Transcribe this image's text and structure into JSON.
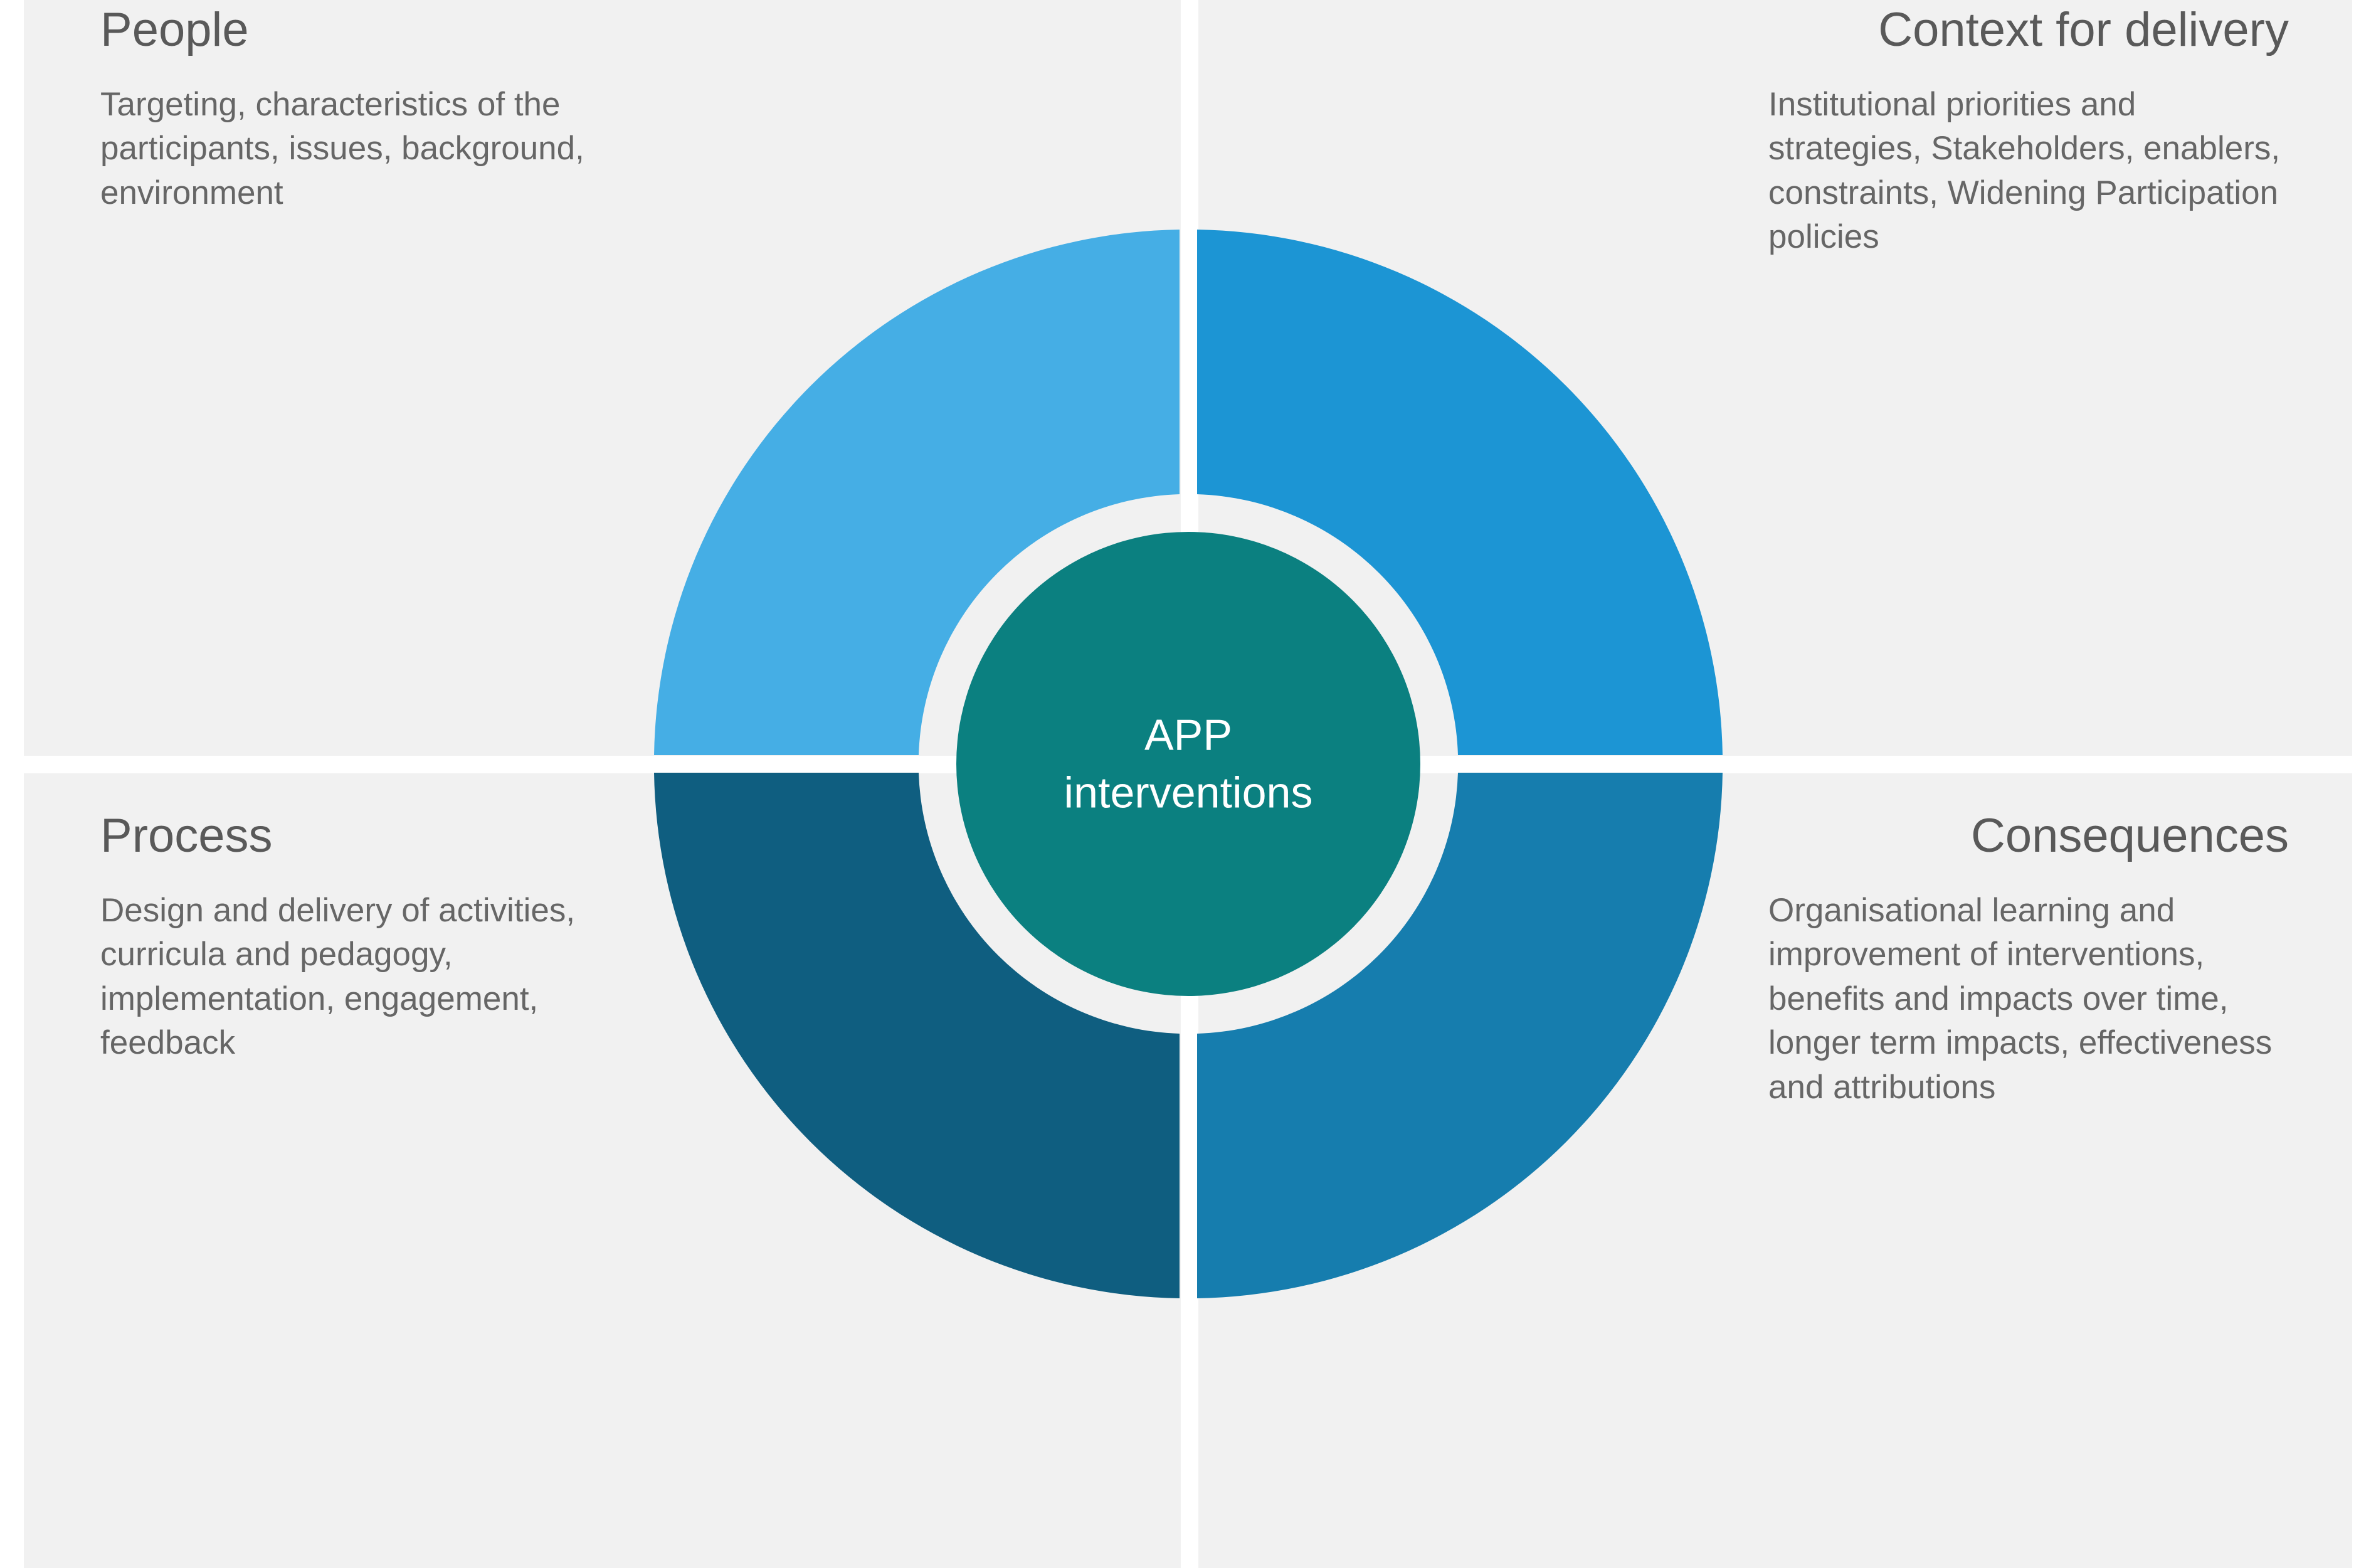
{
  "diagram": {
    "center": {
      "line1": "APP",
      "line2": "interventions",
      "color": "#0b8080",
      "text_color": "#ffffff"
    },
    "quadrants": [
      {
        "key": "people",
        "position": "top-left",
        "title": "People",
        "body": "Targeting, characteristics of the participants, issues, background, environment",
        "color": "#45aee5"
      },
      {
        "key": "context-for-delivery",
        "position": "top-right",
        "title": "Context for delivery",
        "body": "Institutional priorities and strategies, Stakeholders, enablers, constraints, Widening Participation policies",
        "color": "#1c95d4"
      },
      {
        "key": "process",
        "position": "bottom-left",
        "title": "Process",
        "body": "Design and delivery of activities, curricula and pedagogy, implementation, engagement, feedback",
        "color": "#0f5e80"
      },
      {
        "key": "consequences",
        "position": "bottom-right",
        "title": "Consequences",
        "body": "Organisational learning and improvement of interventions, benefits and impacts over time, longer term impacts, effectiveness and attributions",
        "color": "#167dae"
      }
    ],
    "palette": {
      "panel_background": "#f1f1f1",
      "page_background": "#ffffff",
      "ring_gap": "#f1f1f1",
      "title_text": "#595959",
      "body_text": "#666666"
    }
  }
}
